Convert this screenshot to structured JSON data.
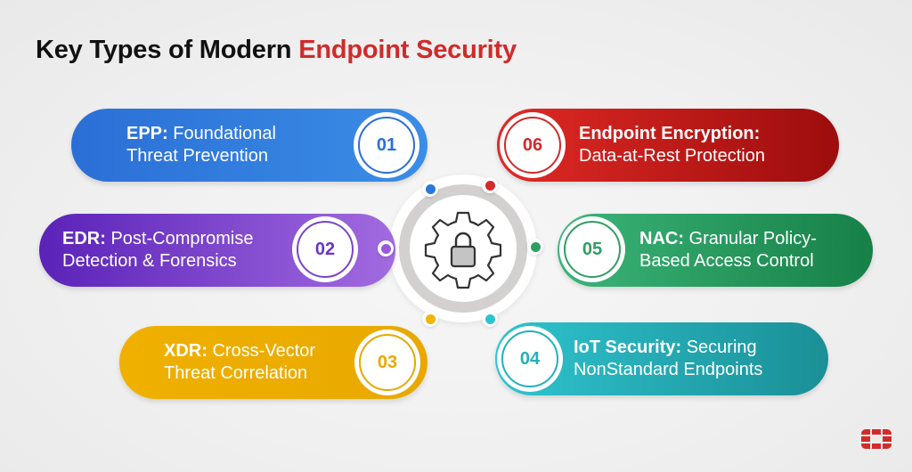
{
  "title": {
    "prefix": "Key Types of Modern ",
    "highlight": "Endpoint Security"
  },
  "hub": {
    "icon": "gear-lock-icon"
  },
  "items": [
    {
      "number": "01",
      "bold": "EPP:",
      "rest_line1": " Foundational",
      "line2": "Threat Prevention",
      "color": "#2b6fd6",
      "color_end": "#3a8de6"
    },
    {
      "number": "02",
      "bold": "EDR:",
      "rest_line1": " Post-Compromise",
      "line2": "Detection & Forensics",
      "color": "#5a22b8",
      "color_end": "#a26be0"
    },
    {
      "number": "03",
      "bold": "XDR:",
      "rest_line1": " Cross-Vector",
      "line2": "Threat Correlation",
      "color": "#f0b000",
      "color_end": "#e8a800"
    },
    {
      "number": "04",
      "bold": "IoT Security:",
      "rest_line1": " Securing",
      "line2": "NonStandard Endpoints",
      "color": "#2ec4cf",
      "color_end": "#1b8f96"
    },
    {
      "number": "05",
      "bold": "NAC:",
      "rest_line1": " Granular Policy-",
      "line2": "Based Access Control",
      "color": "#3cb57a",
      "color_end": "#168047"
    },
    {
      "number": "06",
      "bold": "Endpoint Encryption:",
      "rest_line1": "",
      "line2": "Data-at-Rest Protection",
      "color": "#e12a25",
      "color_end": "#9c0d0d"
    }
  ],
  "logo": {
    "icon": "fortinet-logo-icon",
    "color": "#d42a2a"
  }
}
